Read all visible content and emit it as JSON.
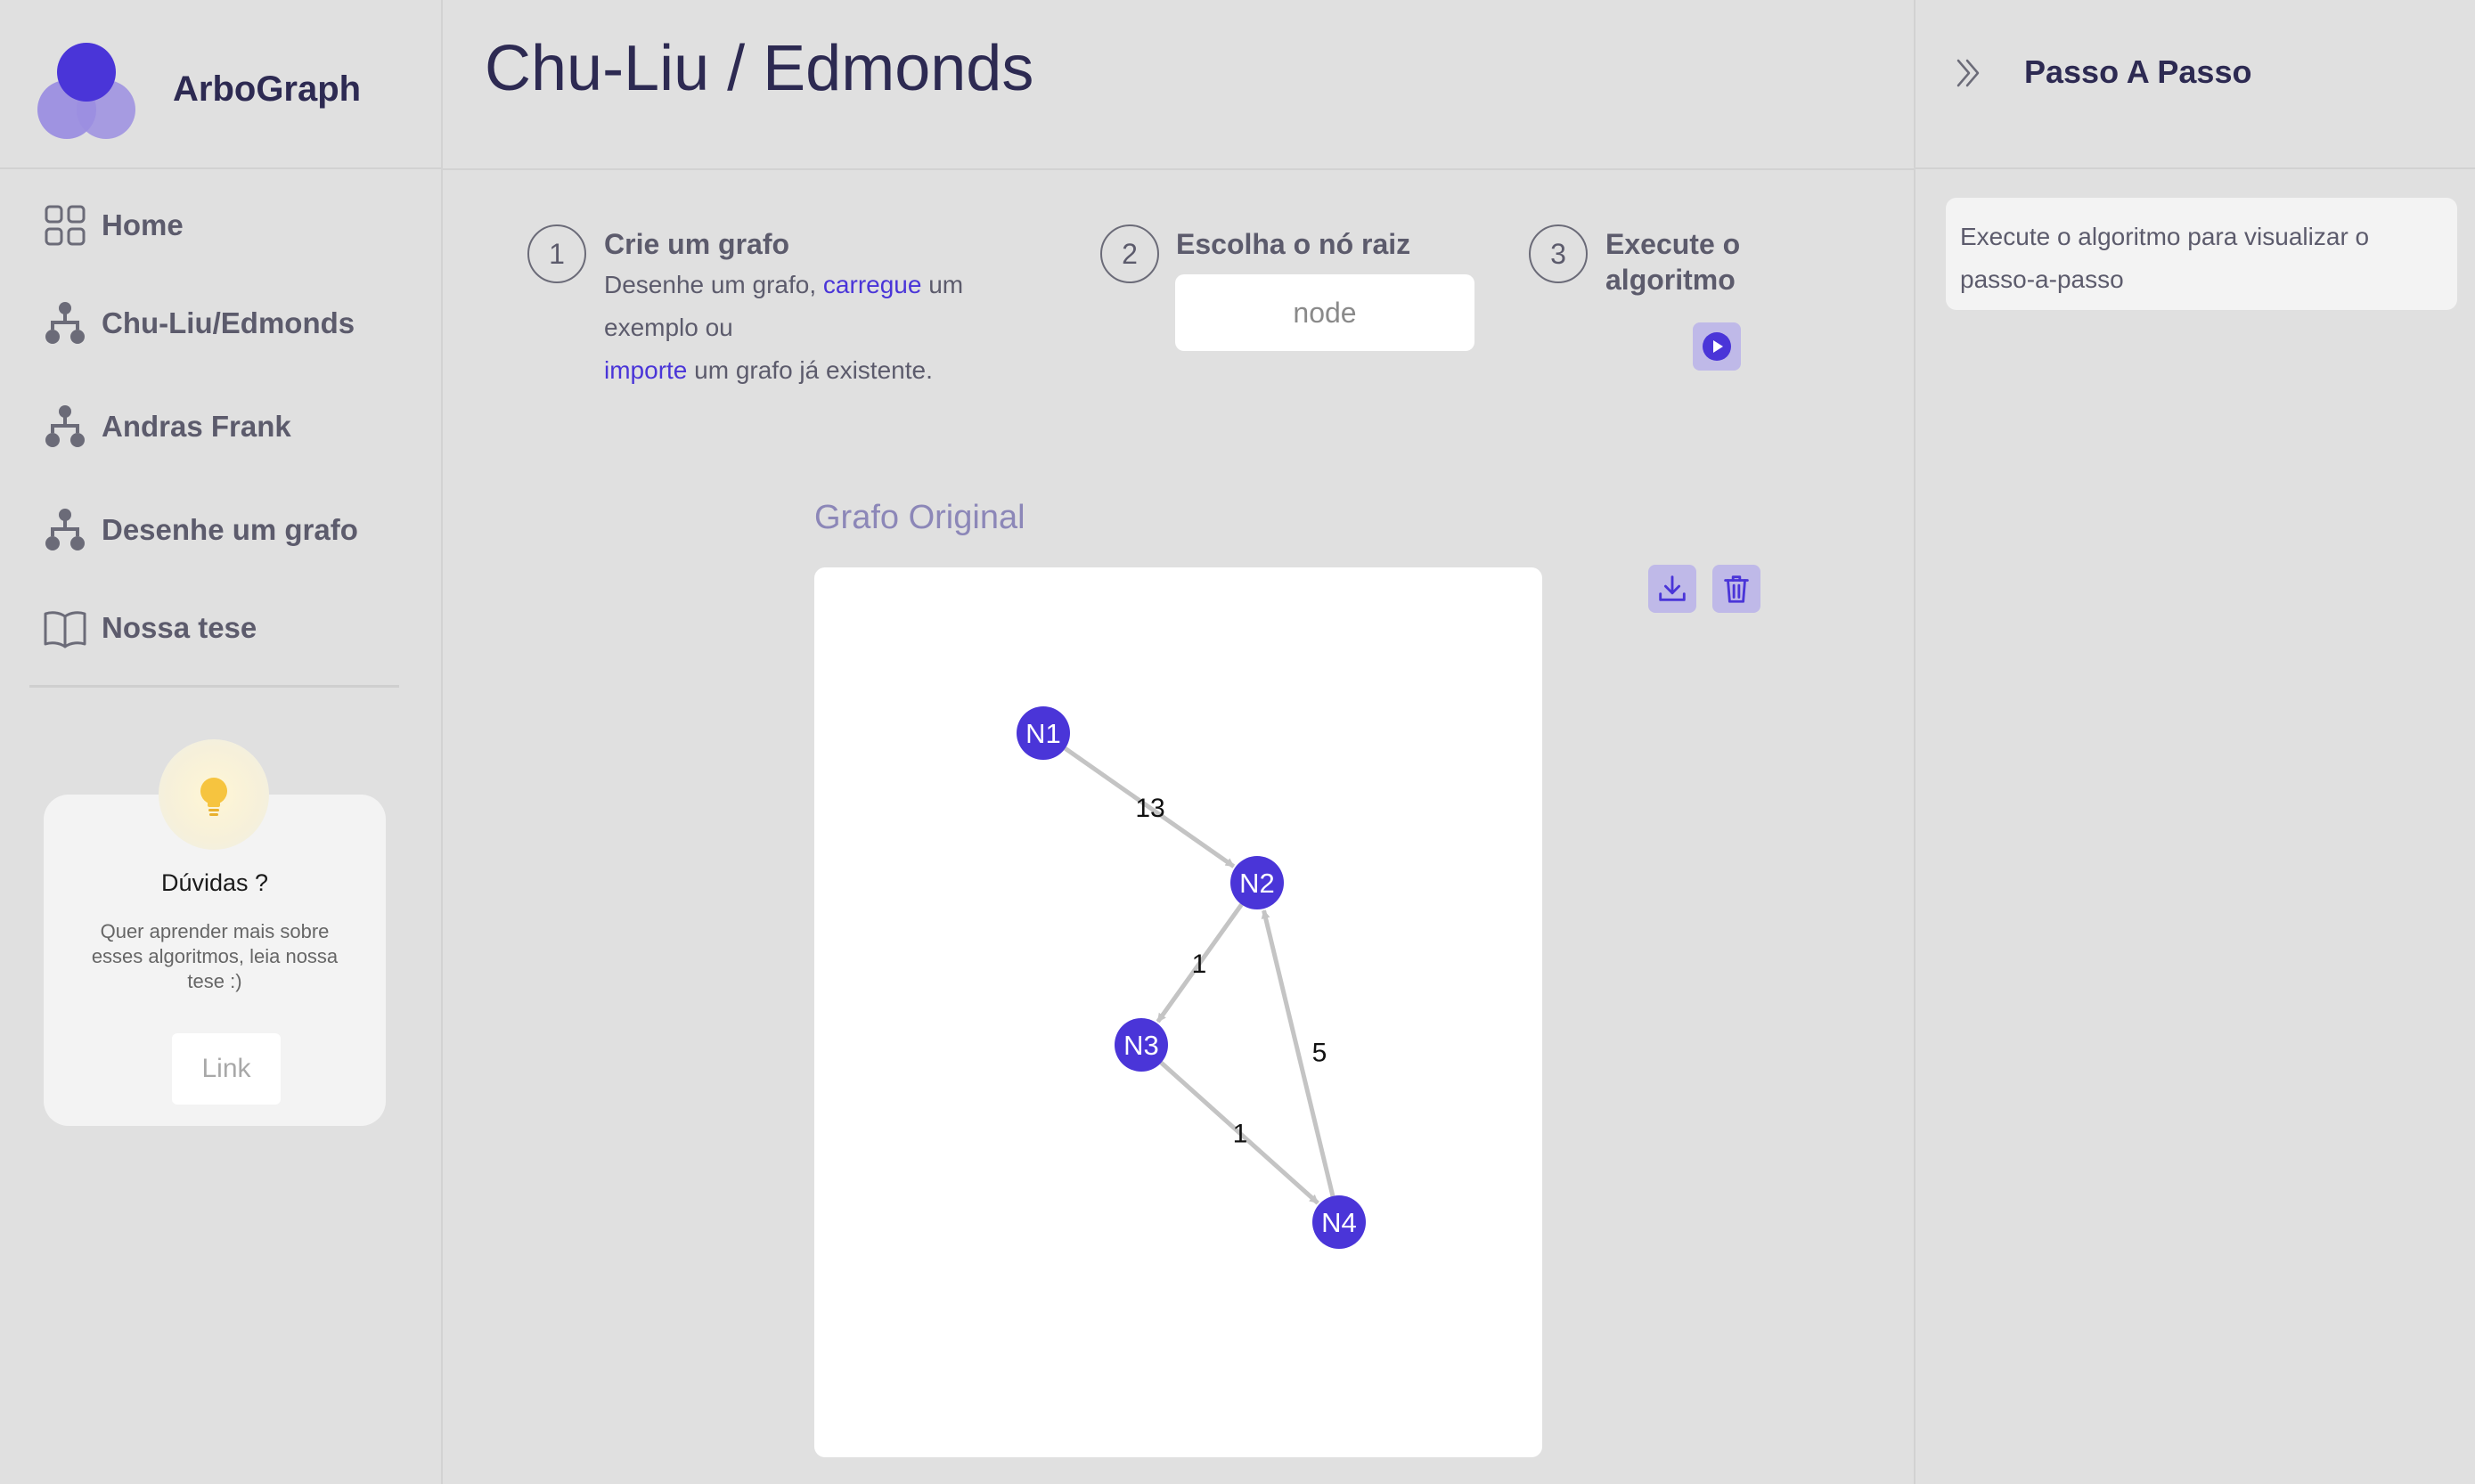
{
  "app": {
    "name": "ArboGraph"
  },
  "logo_colors": {
    "front": "#4a35d8",
    "back": "#9b8ee0"
  },
  "sidebar": {
    "items": [
      {
        "label": "Home",
        "icon": "grid-icon"
      },
      {
        "label": "Chu-Liu/Edmonds",
        "icon": "tree-icon"
      },
      {
        "label": "Andras Frank",
        "icon": "tree-icon"
      },
      {
        "label": "Desenhe um grafo",
        "icon": "tree-icon"
      },
      {
        "label": "Nossa tese",
        "icon": "book-icon"
      }
    ]
  },
  "help": {
    "title": "Dúvidas ?",
    "text": "Quer aprender mais sobre esses algoritmos, leia nossa tese :)",
    "link_label": "Link",
    "icon": "lightbulb-icon"
  },
  "page": {
    "title": "Chu-Liu / Edmonds"
  },
  "steps": [
    {
      "number": "1",
      "title": "Crie um grafo",
      "desc_part1": "Desenhe um grafo, ",
      "desc_link1": "carregue",
      "desc_part2": " um exemplo ou",
      "desc_link2": "importe",
      "desc_part3": " um grafo já existente."
    },
    {
      "number": "2",
      "title": "Escolha o nó raiz",
      "input_placeholder": "node"
    },
    {
      "number": "3",
      "title": "Execute o algoritmo",
      "button_icon": "play-icon"
    }
  ],
  "graph": {
    "title": "Grafo Original",
    "toolbar": {
      "download_icon": "download-icon",
      "delete_icon": "trash-icon"
    },
    "node_color": "#4a35d8",
    "edge_color": "#c4c4c4",
    "nodes": [
      {
        "id": "N1",
        "label": "N1"
      },
      {
        "id": "N2",
        "label": "N2"
      },
      {
        "id": "N3",
        "label": "N3"
      },
      {
        "id": "N4",
        "label": "N4"
      }
    ],
    "edges": [
      {
        "from": "N1",
        "to": "N2",
        "weight": "13"
      },
      {
        "from": "N2",
        "to": "N3",
        "weight": "1"
      },
      {
        "from": "N3",
        "to": "N4",
        "weight": "1"
      },
      {
        "from": "N4",
        "to": "N2",
        "weight": "5"
      }
    ]
  },
  "right_panel": {
    "title": "Passo A Passo",
    "collapse_icon": "double-chevron-right-icon",
    "info": "Execute o algoritmo para visualizar o passo-a-passo"
  }
}
